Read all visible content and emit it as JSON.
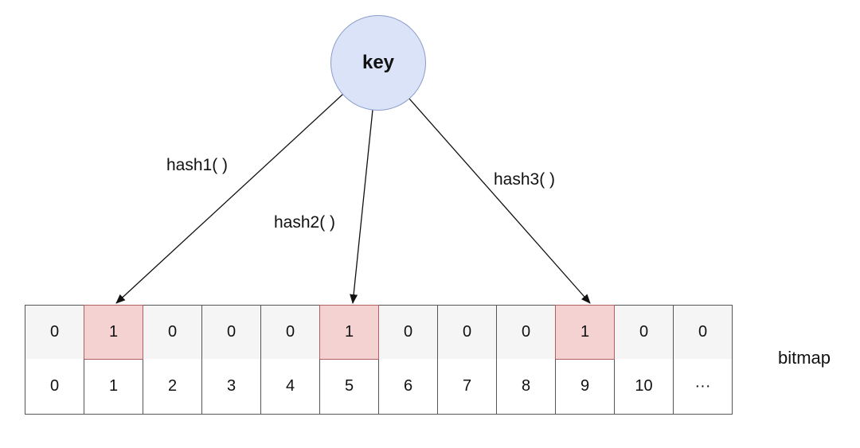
{
  "key": {
    "label": "key"
  },
  "hash_functions": [
    {
      "label": "hash1( )",
      "target_index": 1
    },
    {
      "label": "hash2( )",
      "target_index": 5
    },
    {
      "label": "hash3( )",
      "target_index": 9
    }
  ],
  "bitmap": {
    "label": "bitmap",
    "bits": [
      "0",
      "1",
      "0",
      "0",
      "0",
      "1",
      "0",
      "0",
      "0",
      "1",
      "0",
      "0"
    ],
    "indices": [
      "0",
      "1",
      "2",
      "3",
      "4",
      "5",
      "6",
      "7",
      "8",
      "9",
      "10",
      "···"
    ]
  },
  "colors": {
    "key_fill": "#dae3f7",
    "set_bit_fill": "#f5d2d2",
    "unset_bit_fill": "#f5f5f5"
  }
}
